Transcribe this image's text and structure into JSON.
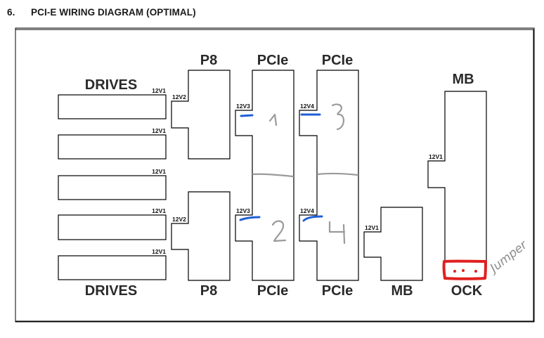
{
  "heading": {
    "number": "6.",
    "title": "PCI-E WIRING DIAGRAM (OPTIMAL)"
  },
  "diagram": {
    "drives": {
      "label_top": "DRIVES",
      "label_bottom": "DRIVES",
      "slots": [
        {
          "rail": "12V1"
        },
        {
          "rail": "12V1"
        },
        {
          "rail": "12V1"
        },
        {
          "rail": "12V1"
        },
        {
          "rail": "12V1"
        }
      ]
    },
    "p8": {
      "top": {
        "label": "P8",
        "rail": "12V2"
      },
      "bottom": {
        "label": "P8",
        "rail": "12V2"
      }
    },
    "pcie": [
      {
        "label": "PCIe",
        "position": "top-left",
        "rail": "12V3",
        "annotation": "1"
      },
      {
        "label": "PCIe",
        "position": "bottom-left",
        "rail": "12V3",
        "annotation": "2"
      },
      {
        "label": "PCIe",
        "position": "top-right",
        "rail": "12V4",
        "annotation": "3"
      },
      {
        "label": "PCIe",
        "position": "bottom-right",
        "rail": "12V4",
        "annotation": "4"
      }
    ],
    "mb_small": {
      "label": "MB",
      "rail": "12V1"
    },
    "mb_tall": {
      "label_top": "MB",
      "label_bottom": "OCK",
      "rail": "12V1"
    },
    "handwritten": {
      "jumper_note": "Jumper"
    },
    "colors": {
      "annotation_blue": "#1f5fd6",
      "annotation_red": "#e02020",
      "pencil_gray": "#9a9a9a"
    }
  }
}
